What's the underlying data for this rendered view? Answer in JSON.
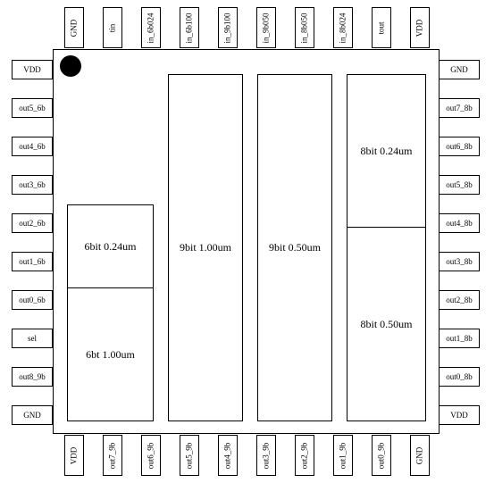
{
  "pins": {
    "top": [
      "GND",
      "tin",
      "in_6b024",
      "in_6b100",
      "in_9b100",
      "in_9b050",
      "in_8b050",
      "in_8b024",
      "tout",
      "VDD"
    ],
    "bottom": [
      "VDD",
      "out7_9b",
      "out6_9b",
      "out5_9b",
      "out4_9b",
      "out3_9b",
      "out2_9b",
      "out1_9b",
      "out0_9b",
      "GND"
    ],
    "left": [
      "VDD",
      "out5_6b",
      "out4_6b",
      "out3_6b",
      "out2_6b",
      "out1_6b",
      "out0_6b",
      "sel",
      "out8_9b",
      "GND"
    ],
    "right": [
      "GND",
      "out7_8b",
      "out6_8b",
      "out5_8b",
      "out4_8b",
      "out3_8b",
      "out2_8b",
      "out1_8b",
      "out0_8b",
      "VDD"
    ]
  },
  "blocks": {
    "b6_024": "6bit 0.24um",
    "b6_100": "6bt 1.00um",
    "b9_100": "9bit 1.00um",
    "b9_050": "9bit 0.50um",
    "b8_024": "8bit 0.24um",
    "b8_050": "8bit 0.50um"
  }
}
